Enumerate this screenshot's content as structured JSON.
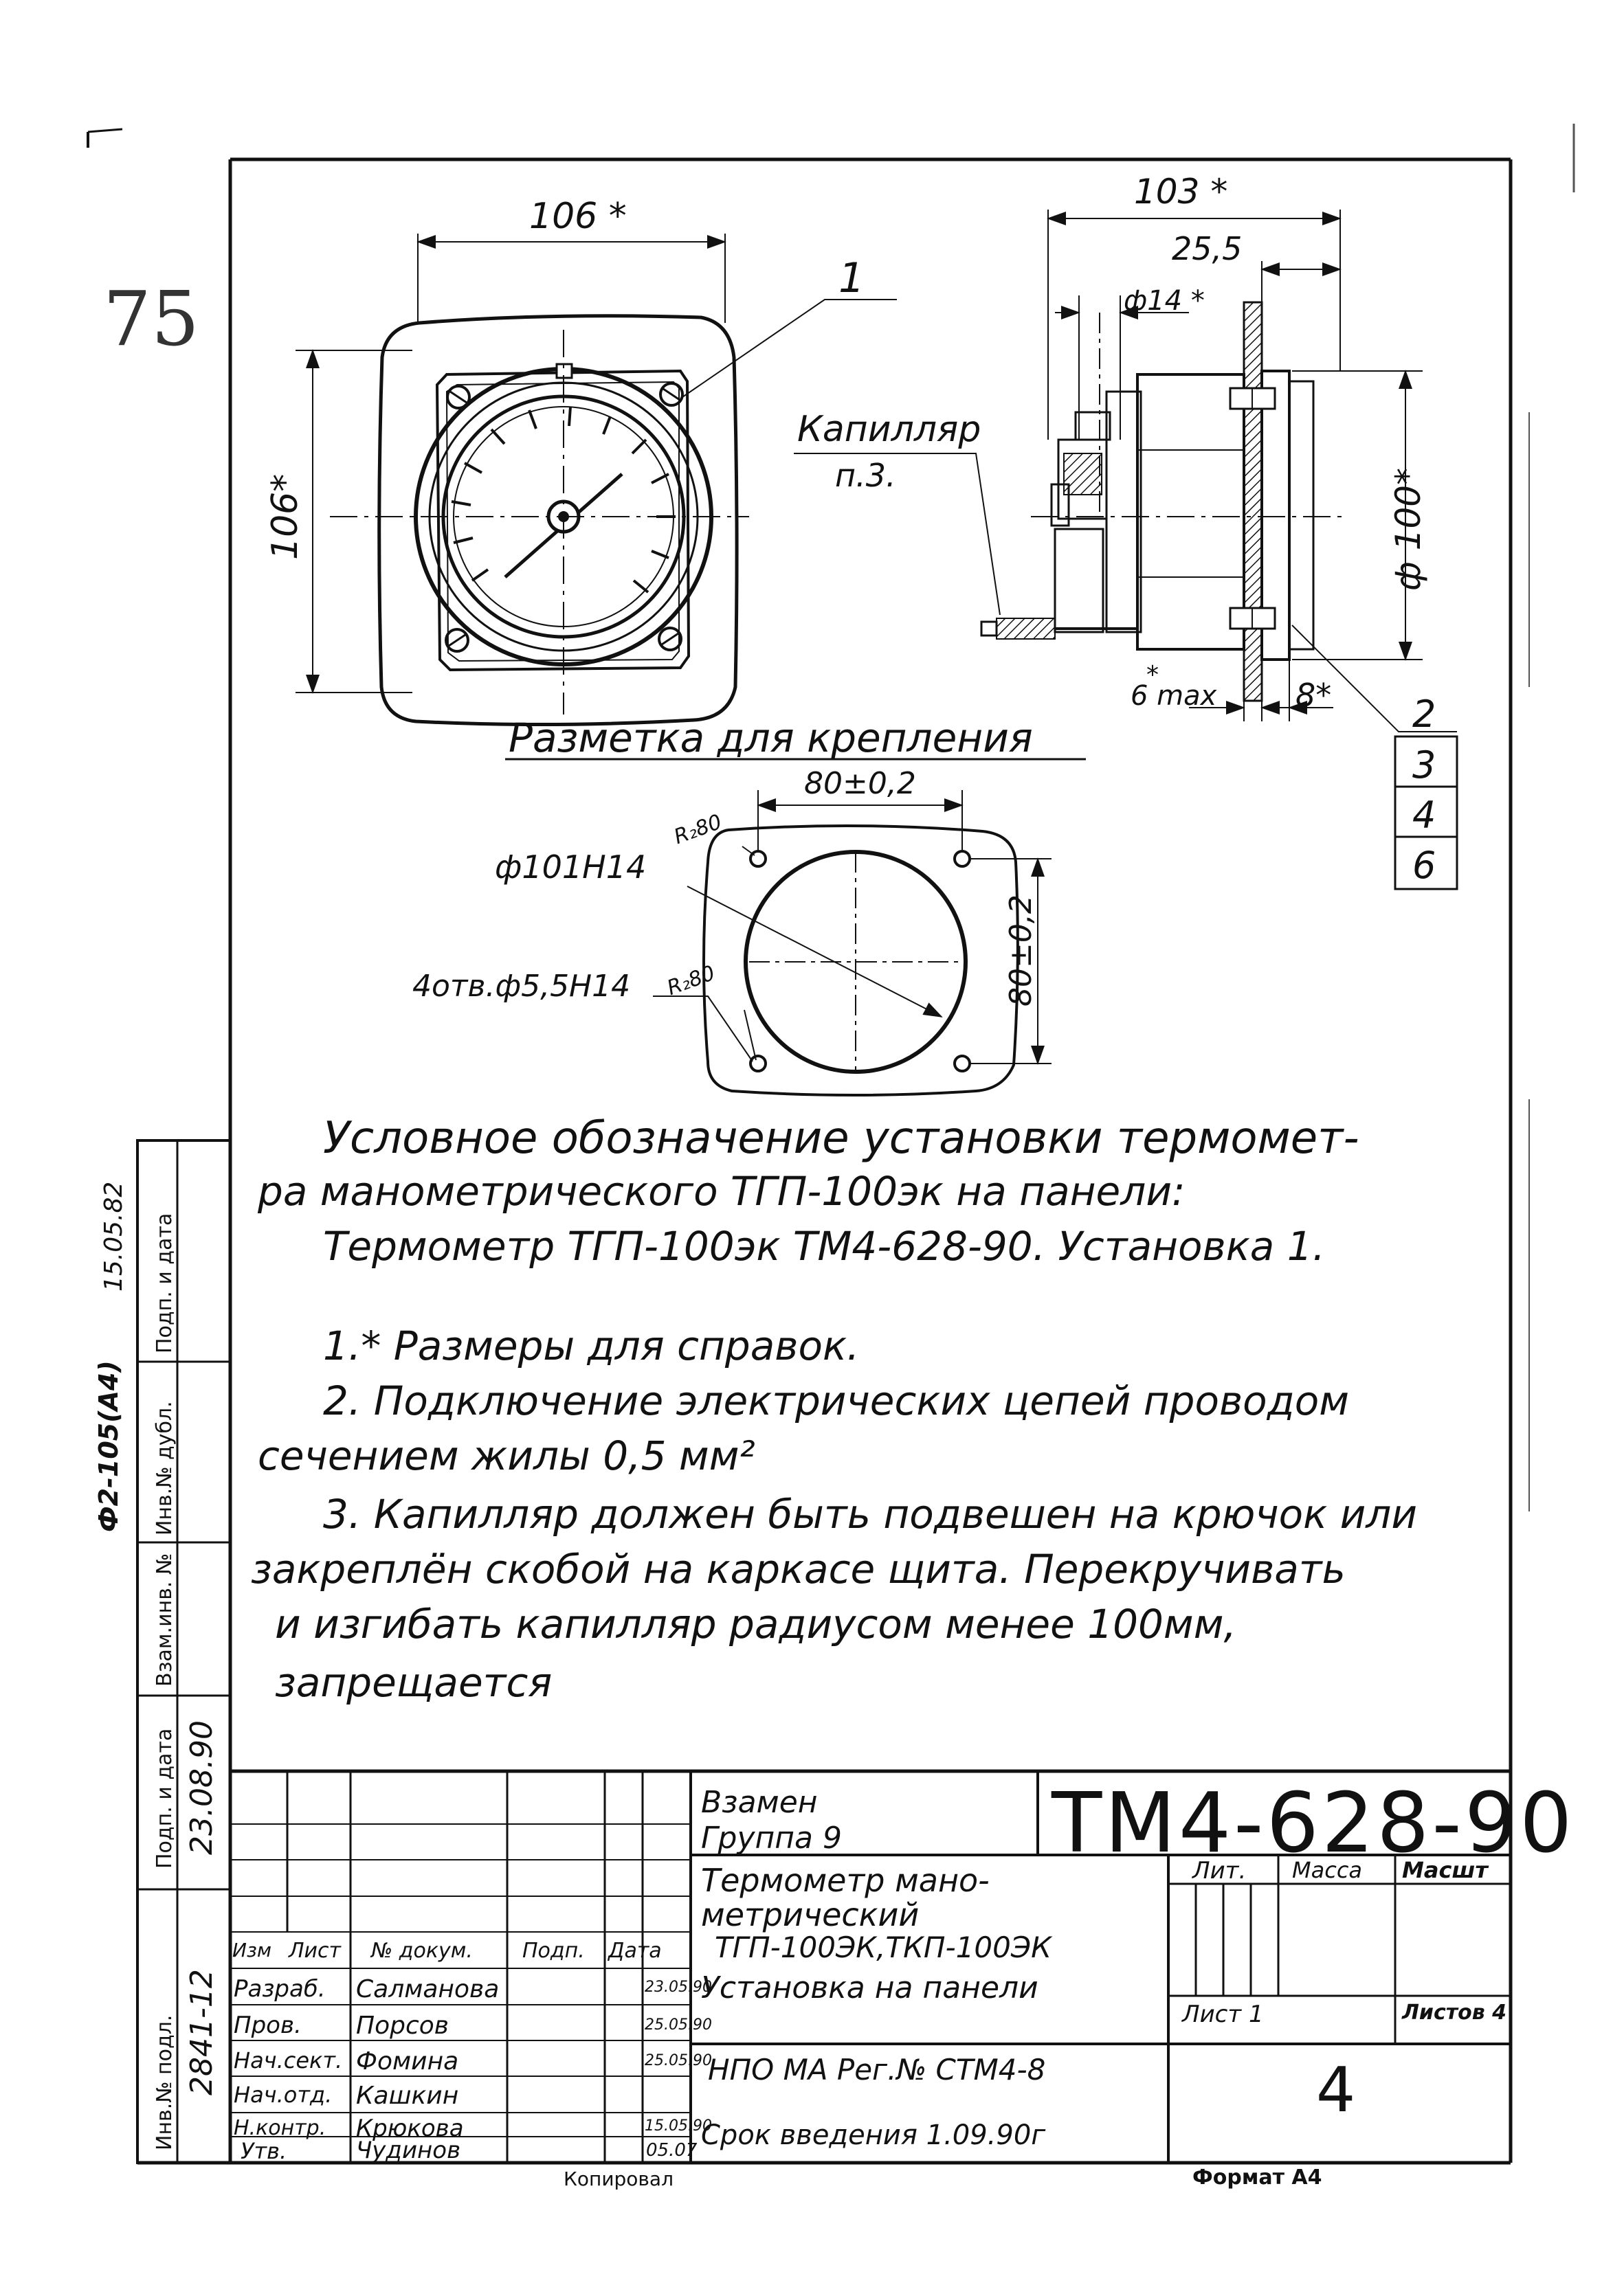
{
  "sheet_number_handwritten": "75",
  "form_code": "Ф2-105(А4)",
  "left_strip": {
    "labels": [
      "Инв.№ подл.",
      "Подп. и дата",
      "Взам.инв. №",
      "Инв.№ дубл.",
      "Подп. и дата"
    ],
    "values": [
      "2841-12",
      "23.08.90",
      "",
      "",
      "15.05.82"
    ]
  },
  "drawing": {
    "front_view": {
      "width_dim": "106 *",
      "height_dim": "106*",
      "leader_1": "1"
    },
    "side_view": {
      "overall_dim": "103 *",
      "dim_255": "25,5",
      "dim_dia14": "ф14 *",
      "capillary_label": "Капилляр",
      "capillary_ref": "п.3.",
      "dia100": "ф 100*",
      "dim_6max": "6 max",
      "dim_6max_star": "*",
      "dim_8": "8*",
      "positions": [
        "2",
        "3",
        "4",
        "6"
      ]
    },
    "marking_view": {
      "title": "Разметка для крепления",
      "dim_80_top": "80±0,2",
      "dim_80_right": "80±0,2",
      "dia101": "ф101Н14",
      "holes": "4отв.ф5,5Н14",
      "r80_top": "R₂80",
      "r80_bottom": "R₂80"
    }
  },
  "notes": {
    "designation_line1": "Условное обозначение установки термомет-",
    "designation_line2": "ра манометрического ТГП-100эк на панели:",
    "designation_line3": "Термометр ТГП-100эк ТМ4-628-90. Установка 1.",
    "note1": "1.* Размеры для справок.",
    "note2_line1": "2. Подключение электрических цепей проводом",
    "note2_line2": "сечением жилы 0,5 мм²",
    "note3_line1": "3. Капилляр должен быть подвешен на крючок или",
    "note3_line2": "закреплён скобой на каркасе щита. Перекручивать",
    "note3_line3": "и изгибать капилляр радиусом менее 100мм,",
    "note3_line4": "запрещается"
  },
  "title_block": {
    "replaces": "Взамен",
    "group": "Группа 9",
    "doc_code": "ТМ4-628-90",
    "title_line1": "Термометр мано-",
    "title_line2": "метрический",
    "title_line3": "ТГП-100ЭК,ТКП-100ЭК",
    "title_line4": "Установка на панели",
    "lit": "Лит.",
    "mass": "Масса",
    "scale": "Масшт",
    "sheet": "Лист 1",
    "sheets": "Листов 4",
    "org": "НПО МА Рег.№ СТМ4-8",
    "intro_date": "Срок введения 1.09.90г",
    "page_no": "4",
    "header_cols": [
      "Изм",
      "Лист",
      "№ докум.",
      "Подп.",
      "Дата"
    ],
    "roles": [
      {
        "role": "Разраб.",
        "name": "Салманова",
        "sign": "",
        "date": "23.05.90"
      },
      {
        "role": "Пров.",
        "name": "Порсов",
        "sign": "",
        "date": "25.05.90"
      },
      {
        "role": "Нач.сект.",
        "name": "Фомина",
        "sign": "",
        "date": "25.05.90"
      },
      {
        "role": "Нач.отд.",
        "name": "Кашкин",
        "sign": "",
        "date": ""
      },
      {
        "role": "Н.контр.",
        "name": "Крюкова",
        "sign": "",
        "date": "15.05.90"
      },
      {
        "role": "Утв.",
        "name": "Чудинов",
        "sign": "",
        "date": "05.07"
      }
    ],
    "copied": "Копировал",
    "format": "Формат А4"
  }
}
